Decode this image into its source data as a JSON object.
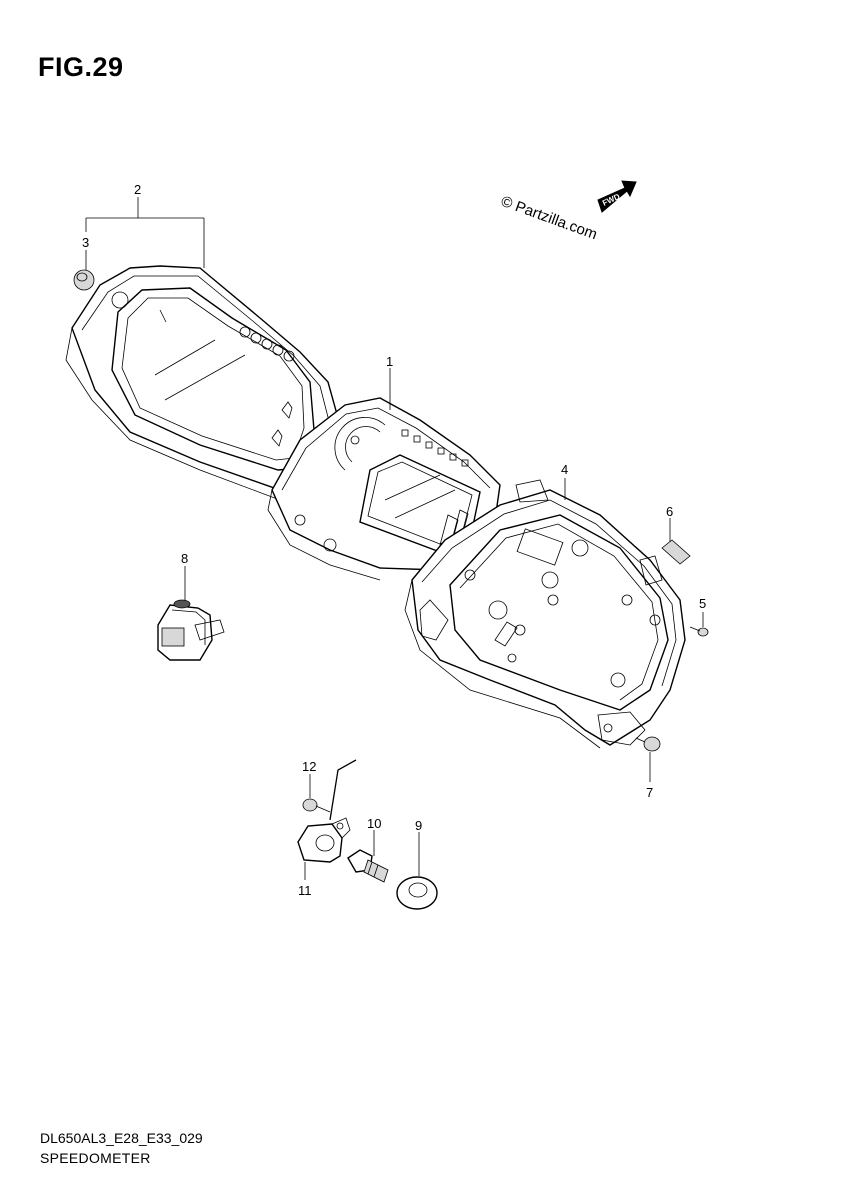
{
  "figure": {
    "title": "FIG.29",
    "code": "DL650AL3_E28_E33_029",
    "name": "SPEEDOMETER"
  },
  "watermark": {
    "text": "© Partzilla.com",
    "fwd_label": "FWD"
  },
  "callouts": {
    "c1": "1",
    "c2": "2",
    "c3": "3",
    "c4": "4",
    "c5": "5",
    "c6": "6",
    "c7": "7",
    "c8": "8",
    "c9": "9",
    "c10": "10",
    "c11": "11",
    "c12": "12"
  }
}
